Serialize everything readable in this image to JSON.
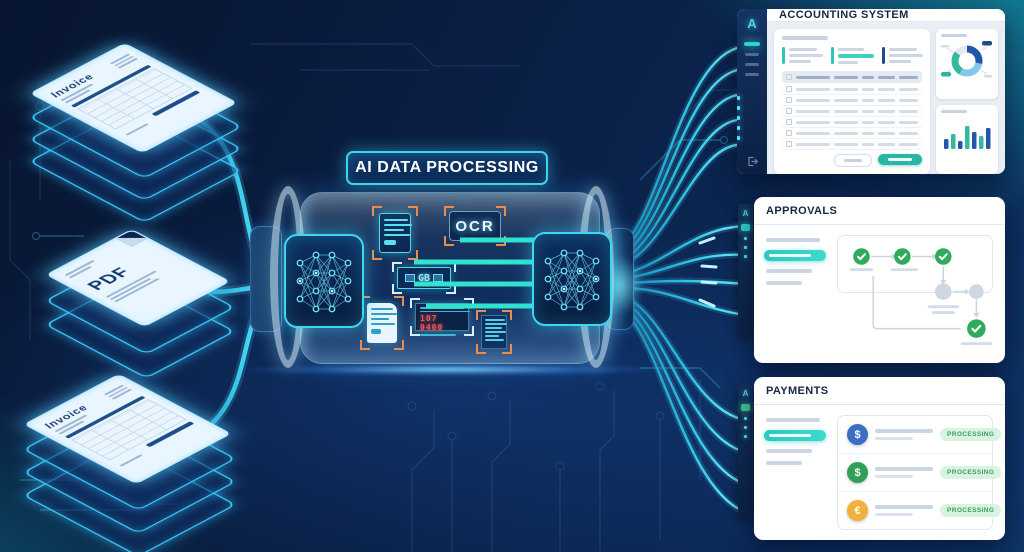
{
  "illustration": {
    "title": "AI DATA PROCESSING"
  },
  "inputs": {
    "invoice_top": {
      "title": "Invoice"
    },
    "pdf": {
      "title": "PDF"
    },
    "invoice_bottom": {
      "title": "Invoice"
    }
  },
  "processor": {
    "label": "AI DATA PROCESSING",
    "ocr": "OCR",
    "chip_text": "GB",
    "digits": "107 0400"
  },
  "panels": {
    "accounting": {
      "logo": "A",
      "title": "ACCOUNTING SYSTEM",
      "donut_colors": [
        "#2456a8",
        "#85c6ec",
        "#35b8a0"
      ],
      "bar_colors": [
        "#2456a8",
        "#35b8a0"
      ]
    },
    "approvals": {
      "logo": "A",
      "title": "APPROVALS",
      "approved_color": "#31ab5b",
      "pending_color": "#cfd7e2"
    },
    "payments": {
      "logo": "A",
      "title": "PAYMENTS",
      "rows": [
        {
          "currency": "$",
          "status": "PROCESSING",
          "color": "#3a6fc4"
        },
        {
          "currency": "$",
          "status": "PROCESSING",
          "color": "#2fa055"
        },
        {
          "currency": "€",
          "status": "PROCESSING",
          "color": "#f0b23c"
        }
      ]
    }
  },
  "colors": {
    "background_navy": "#0a1f44",
    "glow_cyan": "#3fd9ff",
    "teal_accent": "#2fd3c8",
    "scan_frame_orange": "#ec8b4e",
    "status_green_bg": "#d8f3df",
    "status_green_text": "#3d9e62"
  }
}
